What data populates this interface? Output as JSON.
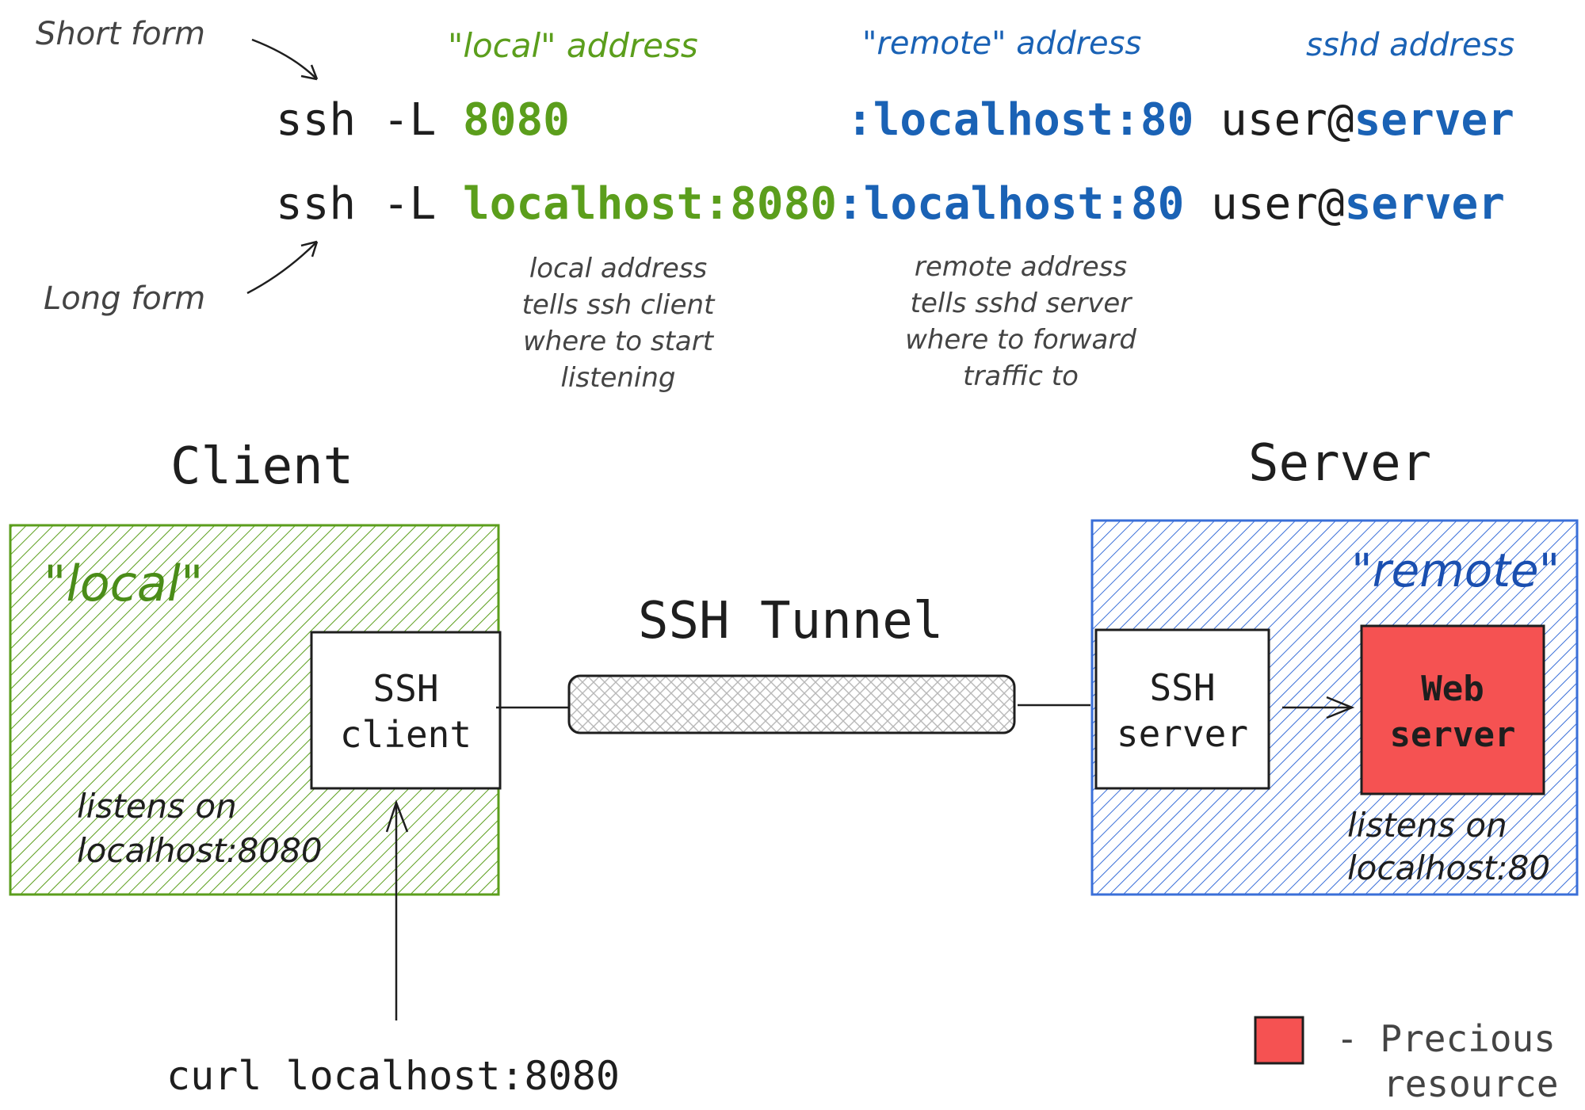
{
  "colors": {
    "green": "#5b9e1c",
    "blue": "#1a62b5",
    "dark": "#1e1e1e",
    "grey": "#444444",
    "red": "#f55252"
  },
  "header": {
    "short_form": "Short form",
    "long_form": "Long form",
    "local_addr": "\"local\" address",
    "remote_addr": "\"remote\" address",
    "sshd_addr": "sshd address"
  },
  "commands": {
    "short": {
      "prefix": "ssh -L ",
      "local": "8080",
      "remote": ":localhost:80",
      "user": " user@",
      "server": "server"
    },
    "long": {
      "prefix": "ssh -L ",
      "local": "localhost:8080",
      "remote": ":localhost:80",
      "user": " user@",
      "server": "server"
    }
  },
  "notes": {
    "local": [
      "local address",
      "tells ssh client",
      "where to start",
      "listening"
    ],
    "remote": [
      "remote address",
      "tells sshd server",
      "where to forward",
      "traffic to"
    ]
  },
  "client": {
    "title": "Client",
    "zone": "\"local\"",
    "box": [
      "SSH",
      "client"
    ],
    "listen": [
      "listens on",
      "localhost:8080"
    ]
  },
  "tunnel": {
    "title": "SSH Tunnel"
  },
  "server": {
    "title": "Server",
    "zone": "\"remote\"",
    "ssh_box": [
      "SSH",
      "server"
    ],
    "web_box": [
      "Web",
      "server"
    ],
    "listen": [
      "listens on",
      "localhost:80"
    ]
  },
  "curl": "curl localhost:8080",
  "legend": [
    "- Precious",
    "resource"
  ]
}
